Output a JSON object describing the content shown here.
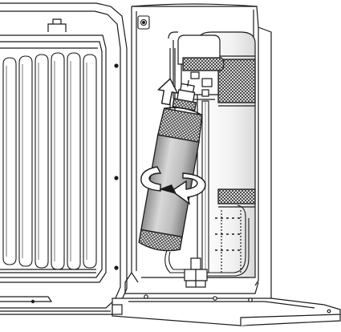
{
  "illustration": {
    "subject": "water-filter-cartridge-installation",
    "instruction": "insert-cartridge-upward-then-rotate-to-lock",
    "steps": [
      {
        "order": 1,
        "motion": "push-up",
        "icon": "arrow-up-icon"
      },
      {
        "order": 2,
        "motion": "rotate",
        "icon": "rotate-arrow-icon"
      }
    ],
    "colors": {
      "line": "#1a1a1a",
      "cartridge_body": "#c9c9c9",
      "cartridge_shade": "#9a9a9a",
      "knurl": "#555555",
      "arrow_fill": "#ffffff",
      "panel": "#ffffff"
    }
  }
}
